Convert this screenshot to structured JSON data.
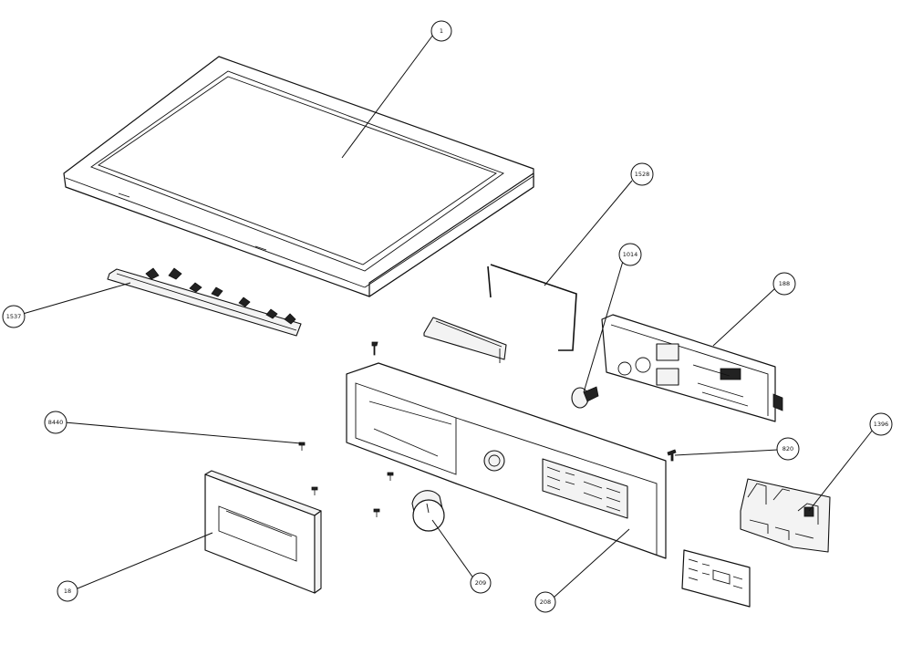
{
  "callouts": {
    "c1": "1",
    "c1528": "1528",
    "c1014": "1014",
    "c188": "188",
    "c1537": "1537",
    "c8440": "8440",
    "c820": "820",
    "c1396": "1396",
    "c18": "18",
    "c209": "209",
    "c208": "208"
  }
}
